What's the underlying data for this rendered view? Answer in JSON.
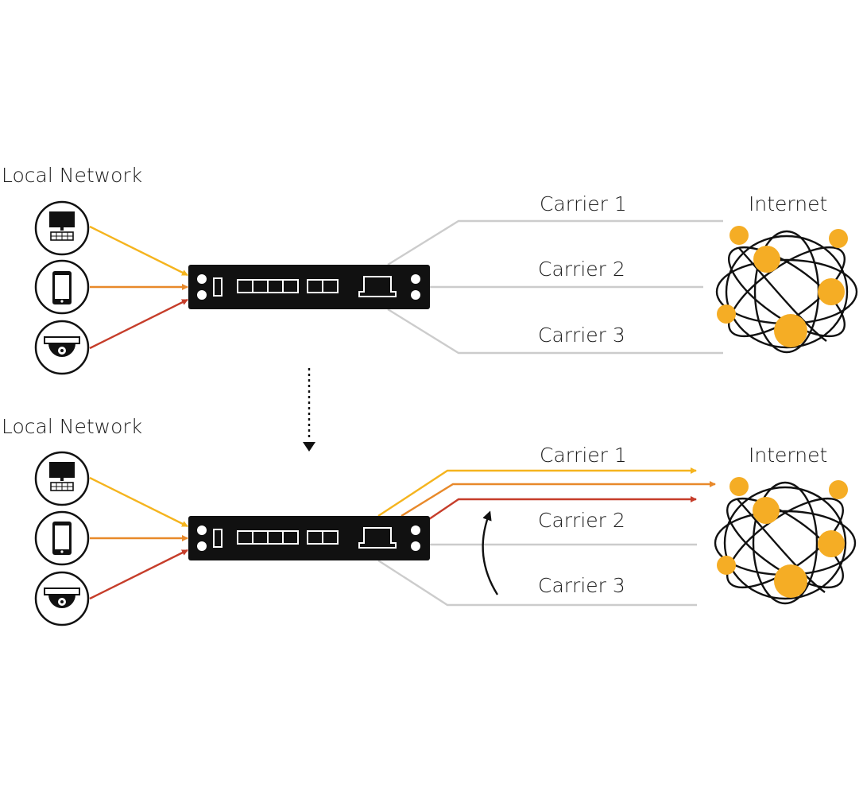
{
  "panels": [
    {
      "id": "before",
      "local_network_label": "Local Network",
      "carriers": [
        "Carrier 1",
        "Carrier 2",
        "Carrier 3"
      ],
      "internet_label": "Internet",
      "devices": [
        "computer-icon",
        "phone-icon",
        "camera-icon"
      ]
    },
    {
      "id": "after",
      "local_network_label": "Local Network",
      "carriers": [
        "Carrier 1",
        "Carrier 2",
        "Carrier 3"
      ],
      "internet_label": "Internet",
      "devices": [
        "computer-icon",
        "phone-icon",
        "camera-icon"
      ]
    }
  ],
  "colors": {
    "device1_flow": "#f5b41e",
    "device2_flow": "#e8892a",
    "device3_flow": "#c63d2a",
    "carrier_line": "#cccccc",
    "router": "#111111",
    "node": "#f5ad25",
    "ink": "#111111"
  }
}
